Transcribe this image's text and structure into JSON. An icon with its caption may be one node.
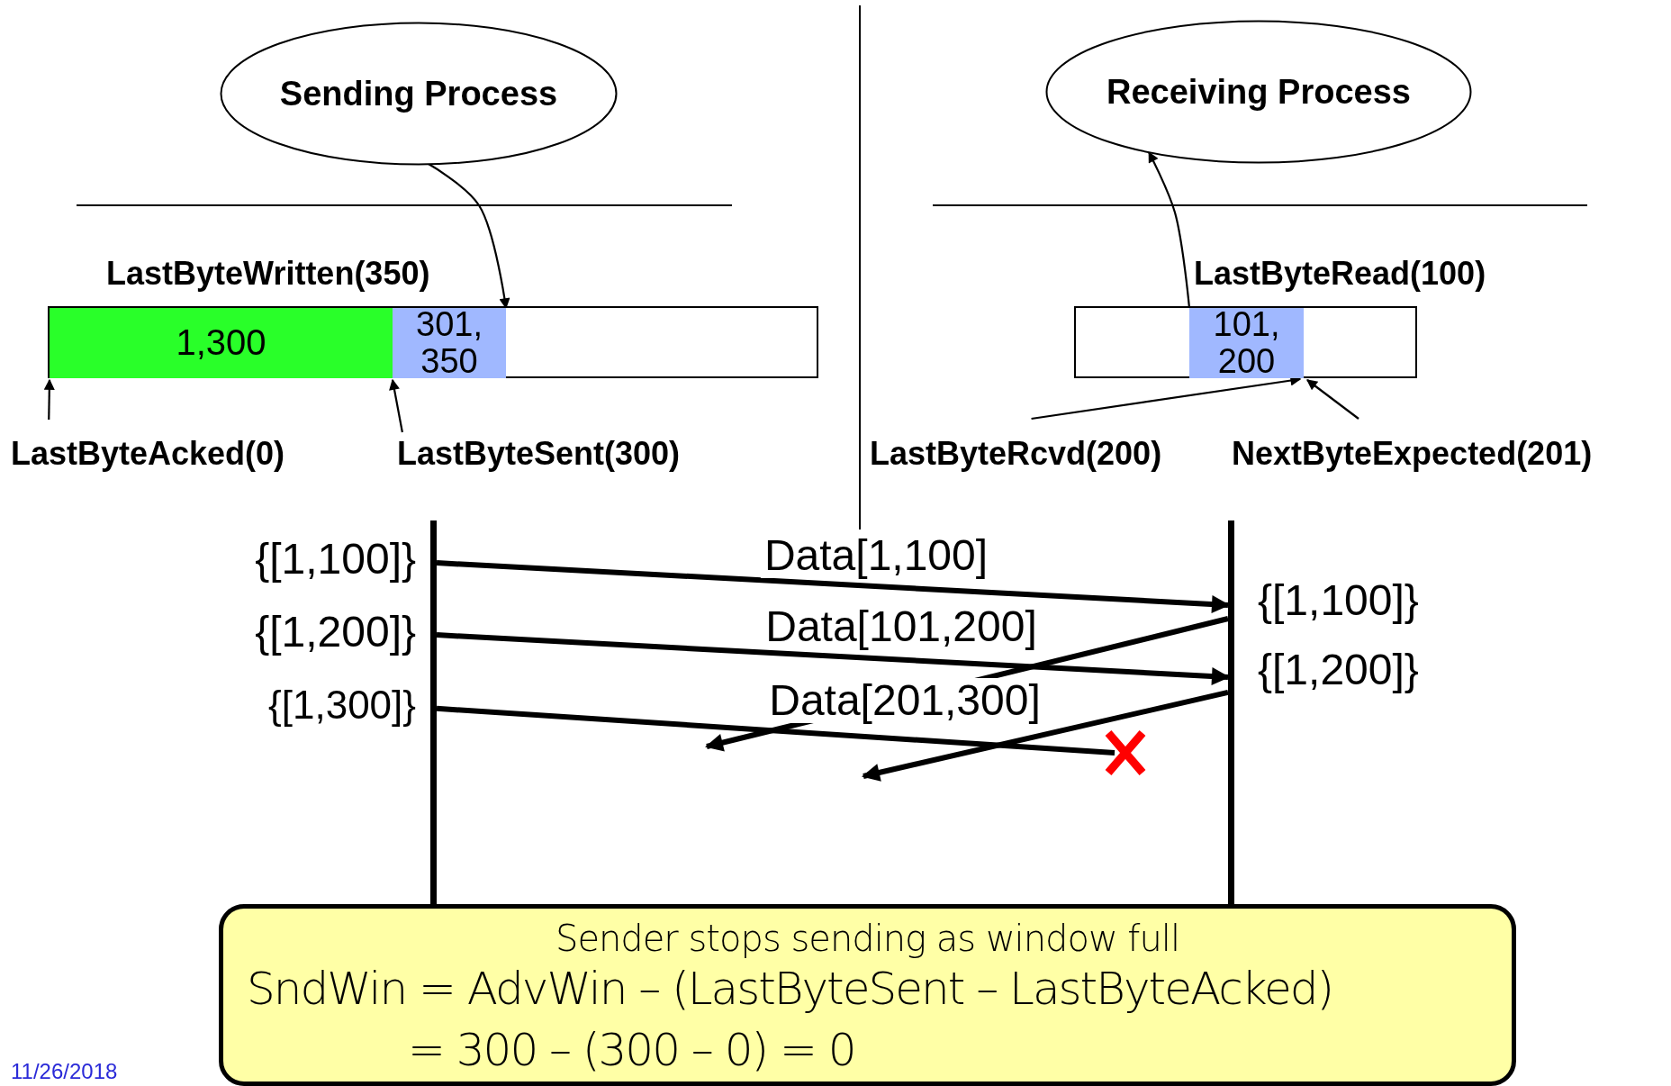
{
  "diagram": {
    "nodes": [
      {
        "text": [
          "Sending Process"
        ]
      },
      {
        "text": [
          "Receiving Process"
        ]
      },
      {
        "text": [],
        "shape": "box"
      },
      {
        "text": [
          "1,300"
        ],
        "in": 2
      },
      {
        "text": [
          "301, 350"
        ],
        "in": 2
      },
      {
        "text": [],
        "shape": "box"
      },
      {
        "text": [
          "101, 200"
        ],
        "in": 5
      },
      {
        "text": [
          "LastByteAcked(0)"
        ]
      },
      {
        "text": [
          "LastByteSent(300)"
        ]
      },
      {
        "text": [
          "LastByteRcvd(200)"
        ]
      },
      {
        "text": [
          "NextByteExpected(201)"
        ]
      },
      {
        "text": [],
        "shape": "bar"
      },
      {
        "text": [],
        "shape": "bar"
      },
      {
        "text": [],
        "shape": "cross"
      },
      {
        "text": [
          "Sender stops sending as window full",
          "SndWin = AdvWin – (LastByteSent – LastByteAcked)",
          "= 300 – (300 – 0) = 0"
        ]
      }
    ],
    "edges": [
      {
        "from": 0,
        "to": 4,
        "arrow": "to"
      },
      {
        "from": 6,
        "to": 1,
        "arrow": "to"
      },
      {
        "from": 7,
        "to": 3,
        "arrow": "to"
      },
      {
        "from": 8,
        "to": 4,
        "arrow": "to"
      },
      {
        "from": 9,
        "to": 6,
        "arrow": "to"
      },
      {
        "from": 10,
        "to": 6,
        "arrow": "to"
      },
      {
        "from": 11,
        "to": 12,
        "label": "Data[1,100]",
        "arrow": "to",
        "style": "thick"
      },
      {
        "from": 11,
        "to": 12,
        "label": "Data[101,200]",
        "arrow": "to",
        "style": "thick"
      },
      {
        "from": 11,
        "to": 13,
        "label": "Data[201,300]",
        "arrow": "none",
        "style": "thick"
      },
      {
        "from": 12,
        "to": null,
        "arrow": "to",
        "style": "thick"
      },
      {
        "from": 12,
        "to": null,
        "arrow": "to",
        "style": "thick"
      }
    ],
    "labels": [
      "LastByteWritten(350)",
      "LastByteRead(100)",
      "{[1,100]}",
      "{[1,200]}",
      "{[1,300]}",
      "{[1,100]}",
      "{[1,200]}",
      "11/26/2018"
    ]
  }
}
